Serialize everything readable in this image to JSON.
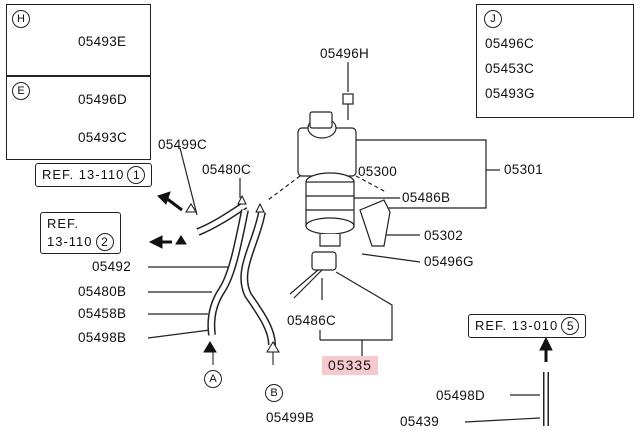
{
  "callouts": {
    "H": "H",
    "E": "E",
    "J": "J",
    "A": "A",
    "B": "B"
  },
  "parts": {
    "p05493E": "05493E",
    "p05496D": "05496D",
    "p05493C": "05493C",
    "p05496H": "05496H",
    "p05499C": "05499C",
    "p05480C": "05480C",
    "p05300": "05300",
    "p05301": "05301",
    "p05486B": "05486B",
    "p05302": "05302",
    "p05496G": "05496G",
    "p05492": "05492",
    "p05480B": "05480B",
    "p05458B": "05458B",
    "p05498B": "05498B",
    "p05486C": "05486C",
    "p05335": "05335",
    "p05499B": "05499B",
    "p05498D": "05498D",
    "p05439": "05439",
    "p05496C": "05496C",
    "p05453C": "05453C",
    "p05493G": "05493G"
  },
  "refs": {
    "ref1": {
      "text": "REF. 13-110",
      "num": "1"
    },
    "ref2": {
      "line1": "REF.",
      "line2": "13-110",
      "num": "2"
    },
    "ref3": {
      "text": "REF. 13-010",
      "num": "5"
    }
  },
  "highlight_color": "#f6c9cf"
}
